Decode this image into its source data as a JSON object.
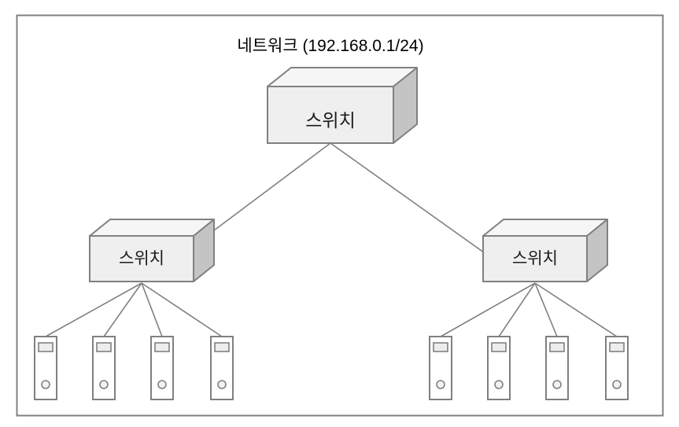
{
  "diagram": {
    "title": "네트워크 (192.168.0.1/24)",
    "frame": {
      "stroke": "#808080",
      "fill": "#ffffff"
    },
    "colors": {
      "box_front": "#efefef",
      "box_top": "#f6f6f6",
      "box_side": "#c4c4c4",
      "box_stroke": "#808080",
      "line": "#808080",
      "server_fill": "#ffffff",
      "server_stroke": "#808080",
      "server_bar_fill": "#ededed",
      "server_circle_fill": "#f2f2f2",
      "text": "#1a1a1a"
    },
    "nodes": {
      "core_switch": {
        "label": "스위치",
        "role": "core-switch"
      },
      "left_switch": {
        "label": "스위치",
        "role": "access-switch-left"
      },
      "right_switch": {
        "label": "스위치",
        "role": "access-switch-right"
      }
    },
    "servers": {
      "left_group_count": 4,
      "right_group_count": 4,
      "icon_name": "server-tower-icon"
    },
    "links": [
      {
        "from": "core_switch",
        "to": "left_switch"
      },
      {
        "from": "core_switch",
        "to": "right_switch"
      },
      {
        "from": "left_switch",
        "to": "server-l1"
      },
      {
        "from": "left_switch",
        "to": "server-l2"
      },
      {
        "from": "left_switch",
        "to": "server-l3"
      },
      {
        "from": "left_switch",
        "to": "server-l4"
      },
      {
        "from": "right_switch",
        "to": "server-r1"
      },
      {
        "from": "right_switch",
        "to": "server-r2"
      },
      {
        "from": "right_switch",
        "to": "server-r3"
      },
      {
        "from": "right_switch",
        "to": "server-r4"
      }
    ]
  }
}
